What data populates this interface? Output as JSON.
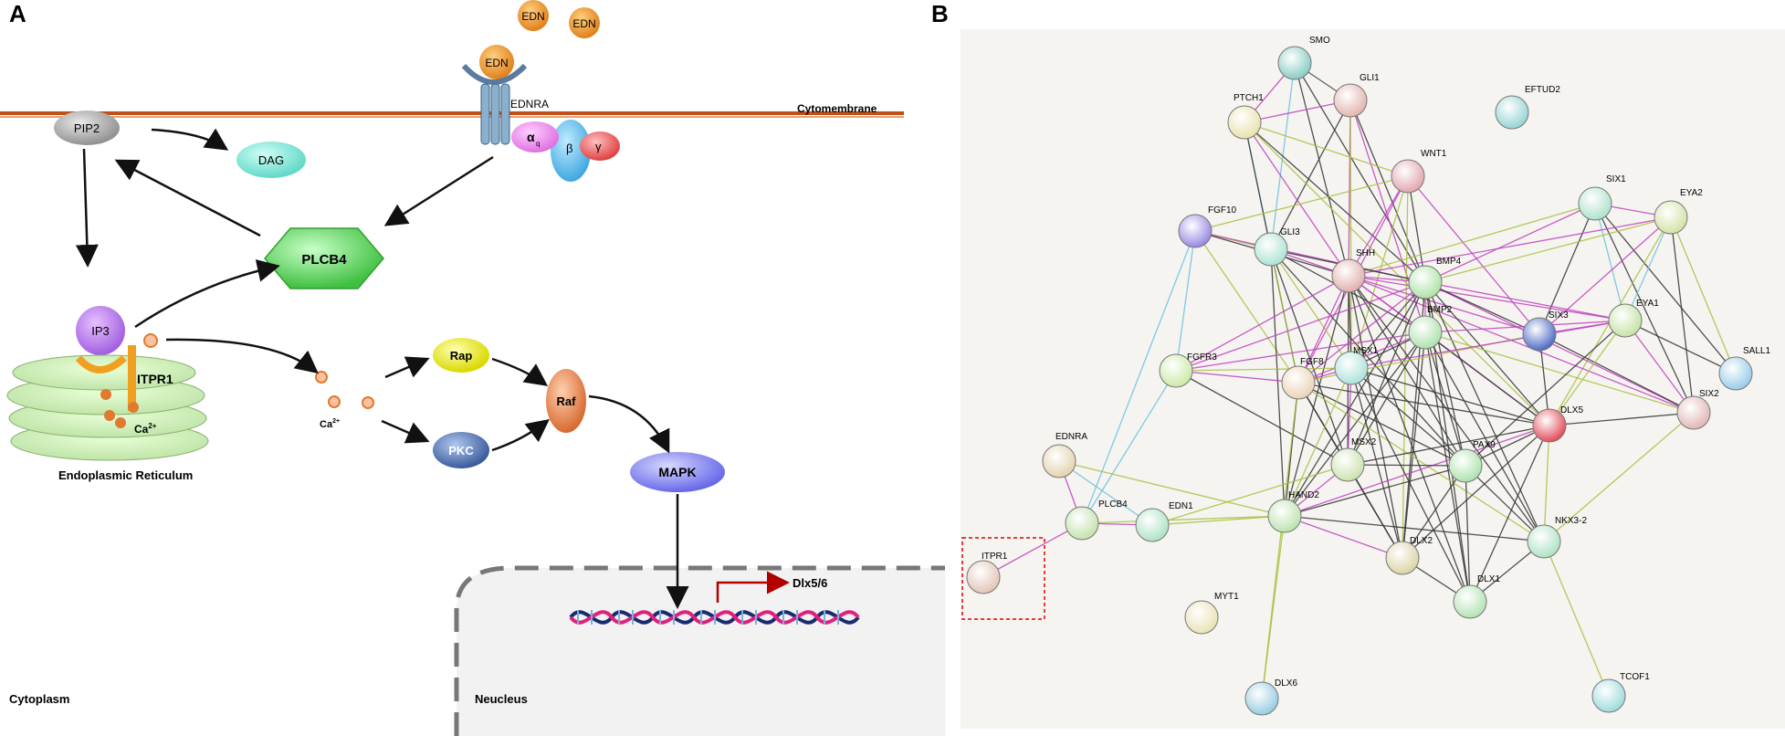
{
  "panelA": {
    "letter": "A",
    "membrane_label": "Cytomembrane",
    "edn": "EDN",
    "receptor": "EDNRA",
    "g_alpha": "α",
    "g_alpha_sub": "q",
    "g_beta": "β",
    "g_gamma": "γ",
    "pip2": "PIP2",
    "dag": "DAG",
    "plcb4": "PLCB4",
    "ip3": "IP3",
    "itpr1": "ITPR1",
    "ca": "Ca",
    "ca_sup": "2+",
    "er_label": "Endoplasmic Reticulum",
    "rap": "Rap",
    "pkc": "PKC",
    "raf": "Raf",
    "mapk": "MAPK",
    "gene": "Dlx5/6",
    "cytoplasm": "Cytoplasm",
    "nucleus": "Neucleus",
    "colors": {
      "membrane": "#c0501a",
      "edn": "#f0921c",
      "plcb4": "#5fe05f",
      "mapk": "#7b7cf0",
      "pkc": "#4a6aa8",
      "rap": "#e8e820",
      "raf": "#e07a40",
      "dag": "#7fe8d8",
      "ip3": "#b070e0"
    }
  },
  "panelB": {
    "letter": "B",
    "highlighted": "ITPR1",
    "nodes": [
      {
        "id": "SMO",
        "color": "#7fc8c0"
      },
      {
        "id": "GLI1",
        "color": "#e0b0a8"
      },
      {
        "id": "PTCH1",
        "color": "#e8e0a8"
      },
      {
        "id": "EFTUD2",
        "color": "#8fd0d0"
      },
      {
        "id": "WNT1",
        "color": "#e0a0a8"
      },
      {
        "id": "SIX1",
        "color": "#a8e0c8"
      },
      {
        "id": "EYA2",
        "color": "#d0e0a0"
      },
      {
        "id": "FGF10",
        "color": "#9080e0"
      },
      {
        "id": "GLI3",
        "color": "#a8e0d0"
      },
      {
        "id": "SHH",
        "color": "#e0a8a8"
      },
      {
        "id": "BMP4",
        "color": "#a8e0a0"
      },
      {
        "id": "BMP2",
        "color": "#a8e0a8"
      },
      {
        "id": "SIX3",
        "color": "#4060c0"
      },
      {
        "id": "EYA1",
        "color": "#c0e0a0"
      },
      {
        "id": "SALL1",
        "color": "#90c8e8"
      },
      {
        "id": "FGFR3",
        "color": "#c8e8a0"
      },
      {
        "id": "FGF8",
        "color": "#e8d0b0"
      },
      {
        "id": "MSX1",
        "color": "#a8e0d8"
      },
      {
        "id": "SIX2",
        "color": "#e0b0b0"
      },
      {
        "id": "DLX5",
        "color": "#e04050"
      },
      {
        "id": "EDNRA",
        "color": "#e0d0a8"
      },
      {
        "id": "MSX2",
        "color": "#c8e0a8"
      },
      {
        "id": "PAX9",
        "color": "#a8e0a8"
      },
      {
        "id": "PLCB4",
        "color": "#c0e0a8"
      },
      {
        "id": "EDN1",
        "color": "#a8e0c0"
      },
      {
        "id": "HAND2",
        "color": "#b8e0a8"
      },
      {
        "id": "NKX3-2",
        "color": "#a8e0c0"
      },
      {
        "id": "ITPR1",
        "color": "#e0c0b0"
      },
      {
        "id": "DLX2",
        "color": "#d8d0a0"
      },
      {
        "id": "DLX1",
        "color": "#b0e0b0"
      },
      {
        "id": "MYT1",
        "color": "#e8e0b0"
      },
      {
        "id": "DLX6",
        "color": "#90c8e0"
      },
      {
        "id": "TCOF1",
        "color": "#98d8d8"
      }
    ]
  }
}
